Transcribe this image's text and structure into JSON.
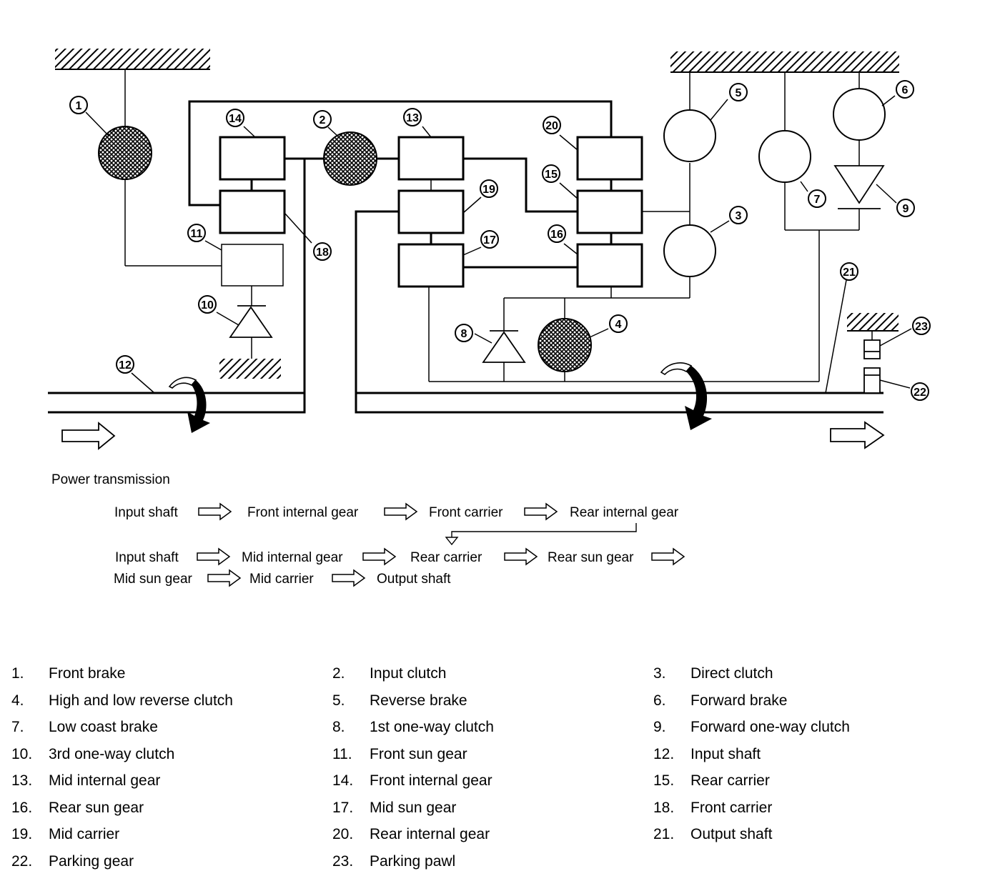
{
  "diagram": {
    "callouts": [
      "1",
      "2",
      "3",
      "4",
      "5",
      "6",
      "7",
      "8",
      "9",
      "10",
      "11",
      "12",
      "13",
      "14",
      "15",
      "16",
      "17",
      "18",
      "19",
      "20",
      "21",
      "22",
      "23"
    ],
    "flow_title": "Power transmission",
    "flow_rows": [
      [
        "Input shaft",
        "Front internal gear",
        "Front carrier",
        "Rear internal gear"
      ],
      [
        "Input shaft",
        "Mid internal gear",
        "Rear carrier",
        "Rear sun gear"
      ],
      [
        "Mid sun gear",
        "Mid carrier",
        "Output shaft"
      ]
    ]
  },
  "legend": [
    {
      "num": "1.",
      "label": "Front brake"
    },
    {
      "num": "2.",
      "label": "Input clutch"
    },
    {
      "num": "3.",
      "label": "Direct clutch"
    },
    {
      "num": "4.",
      "label": "High and low reverse clutch"
    },
    {
      "num": "5.",
      "label": "Reverse brake"
    },
    {
      "num": "6.",
      "label": "Forward brake"
    },
    {
      "num": "7.",
      "label": "Low coast brake"
    },
    {
      "num": "8.",
      "label": "1st one-way clutch"
    },
    {
      "num": "9.",
      "label": "Forward one-way clutch"
    },
    {
      "num": "10.",
      "label": "3rd one-way clutch"
    },
    {
      "num": "11.",
      "label": "Front sun gear"
    },
    {
      "num": "12.",
      "label": "Input shaft"
    },
    {
      "num": "13.",
      "label": "Mid internal gear"
    },
    {
      "num": "14.",
      "label": "Front internal gear"
    },
    {
      "num": "15.",
      "label": "Rear carrier"
    },
    {
      "num": "16.",
      "label": "Rear sun gear"
    },
    {
      "num": "17.",
      "label": "Mid sun gear"
    },
    {
      "num": "18.",
      "label": "Front carrier"
    },
    {
      "num": "19.",
      "label": "Mid carrier"
    },
    {
      "num": "20.",
      "label": "Rear internal gear"
    },
    {
      "num": "21.",
      "label": "Output shaft"
    },
    {
      "num": "22.",
      "label": "Parking gear"
    },
    {
      "num": "23.",
      "label": "Parking pawl"
    }
  ]
}
